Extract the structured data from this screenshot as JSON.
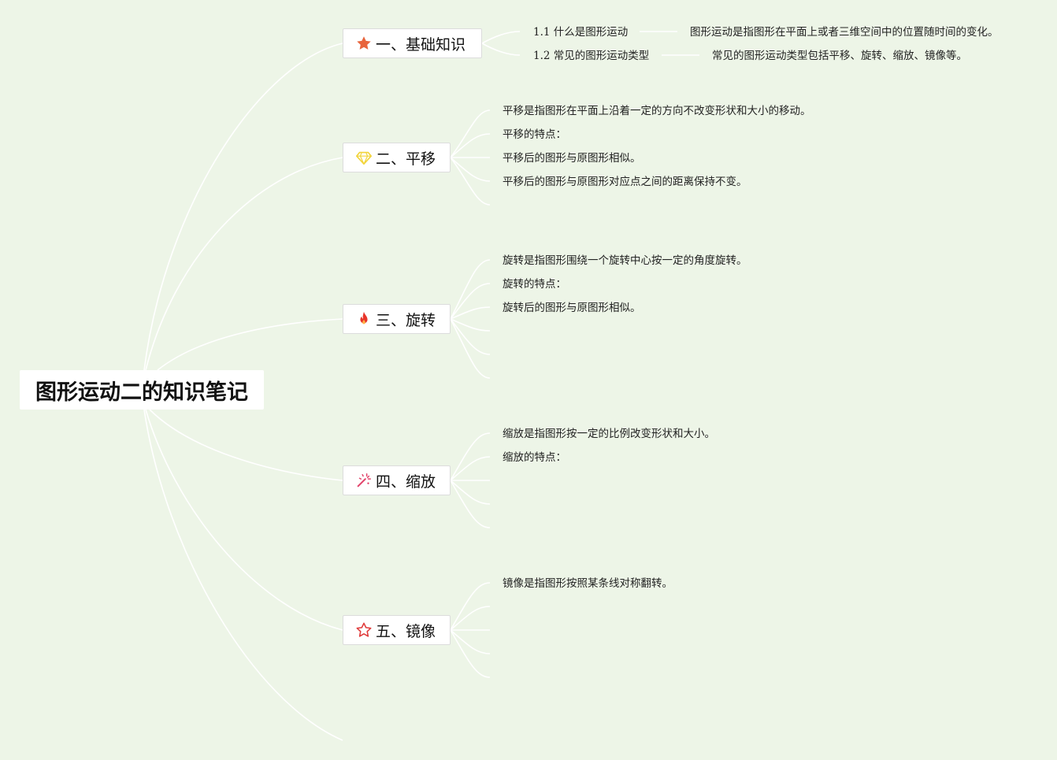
{
  "root": {
    "title": "图形运动二的知识笔记"
  },
  "topics": [
    {
      "label": "一、基础知识",
      "icon": "star-filled-icon",
      "subtopics": [
        {
          "label": "1.1 什么是图形运动",
          "detail": "图形运动是指图形在平面上或者三维空间中的位置随时间的变化。"
        },
        {
          "label": "1.2 常见的图形运动类型",
          "detail": "常见的图形运动类型包括平移、旋转、缩放、镜像等。"
        }
      ]
    },
    {
      "label": "二、平移",
      "icon": "diamond-icon",
      "items": [
        "平移是指图形在平面上沿着一定的方向不改变形状和大小的移动。",
        "平移的特点：",
        "平移后的图形与原图形相似。",
        "平移后的图形与原图形对应点之间的距离保持不变。"
      ]
    },
    {
      "label": "三、旋转",
      "icon": "fire-icon",
      "items": [
        "旋转是指图形围绕一个旋转中心按一定的角度旋转。",
        "旋转的特点：",
        "旋转后的图形与原图形相似。"
      ]
    },
    {
      "label": "四、缩放",
      "icon": "magic-wand-icon",
      "items": [
        "缩放是指图形按一定的比例改变形状和大小。",
        "缩放的特点："
      ]
    },
    {
      "label": "五、镜像",
      "icon": "star-outline-icon",
      "items": [
        "镜像是指图形按照某条线对称翻转。"
      ]
    }
  ],
  "colors": {
    "background": "#edf5e7",
    "connector": "#ffffff",
    "star": "#e8643c",
    "diamond": "#f2d43a",
    "fire": "#e8352a",
    "wand": "#e2436b",
    "star_outline": "#e03b3b"
  }
}
